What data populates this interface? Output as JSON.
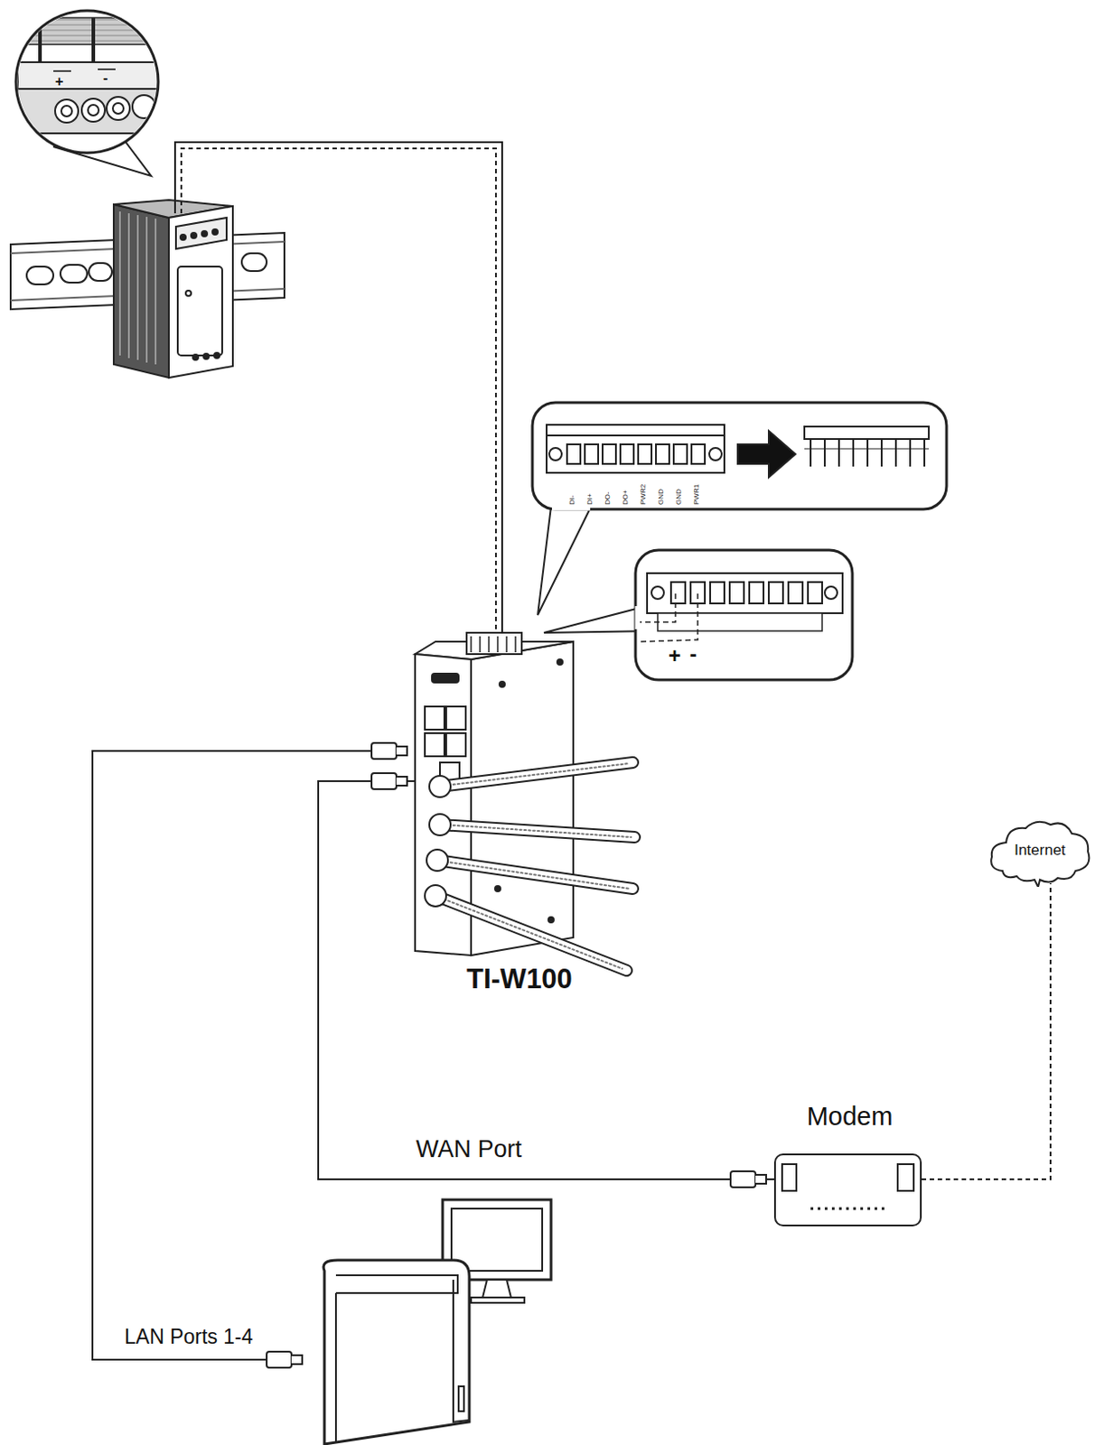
{
  "diagram": {
    "nodes": [
      {
        "text": [
          "TI-W100"
        ]
      },
      {
        "text": [
          "Modem"
        ]
      },
      {
        "text": [
          "Internet"
        ]
      }
    ],
    "edges": [
      {
        "from": 0,
        "to": 1,
        "arrow": "none",
        "label": "WAN Port"
      },
      {
        "from": 1,
        "to": 2,
        "arrow": "none"
      }
    ],
    "labels": [
      "+",
      "-",
      "DI-",
      "DI+",
      "DO-",
      "DO+",
      "PWR2",
      "GND",
      "GND",
      "PWR1",
      "+",
      "-",
      "LAN Ports 1-4"
    ]
  }
}
